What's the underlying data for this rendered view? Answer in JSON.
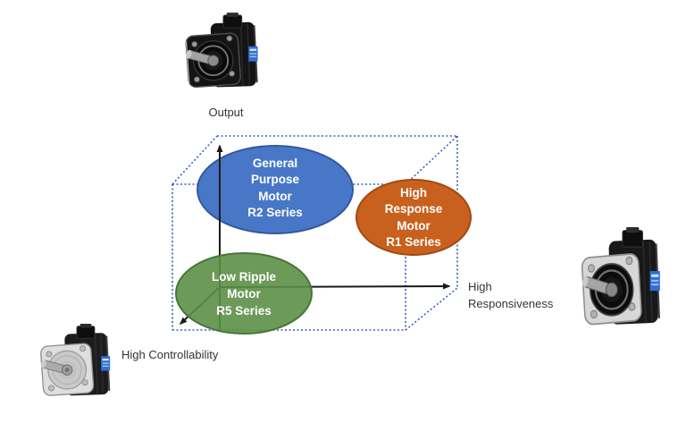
{
  "diagram": {
    "box_color": "#3A5FC2",
    "arrow_color": "#1A1A1A",
    "axis_labels": {
      "output": "Output",
      "responsiveness": "High Responsiveness",
      "controllability": "High Controllability"
    },
    "ellipses": {
      "general": {
        "fill": "#4877C8",
        "stroke": "#33589E",
        "lines": [
          "General",
          "Purpose",
          "Motor",
          "R2 Series"
        ]
      },
      "response": {
        "fill": "#C8611E",
        "stroke": "#A04A14",
        "lines": [
          "High",
          "Response",
          "Motor",
          "R1 Series"
        ]
      },
      "ripple": {
        "fill": "#5C8F46",
        "stroke": "#497539",
        "lines": [
          "Low Ripple",
          "Motor",
          "R5 Series"
        ]
      }
    }
  }
}
